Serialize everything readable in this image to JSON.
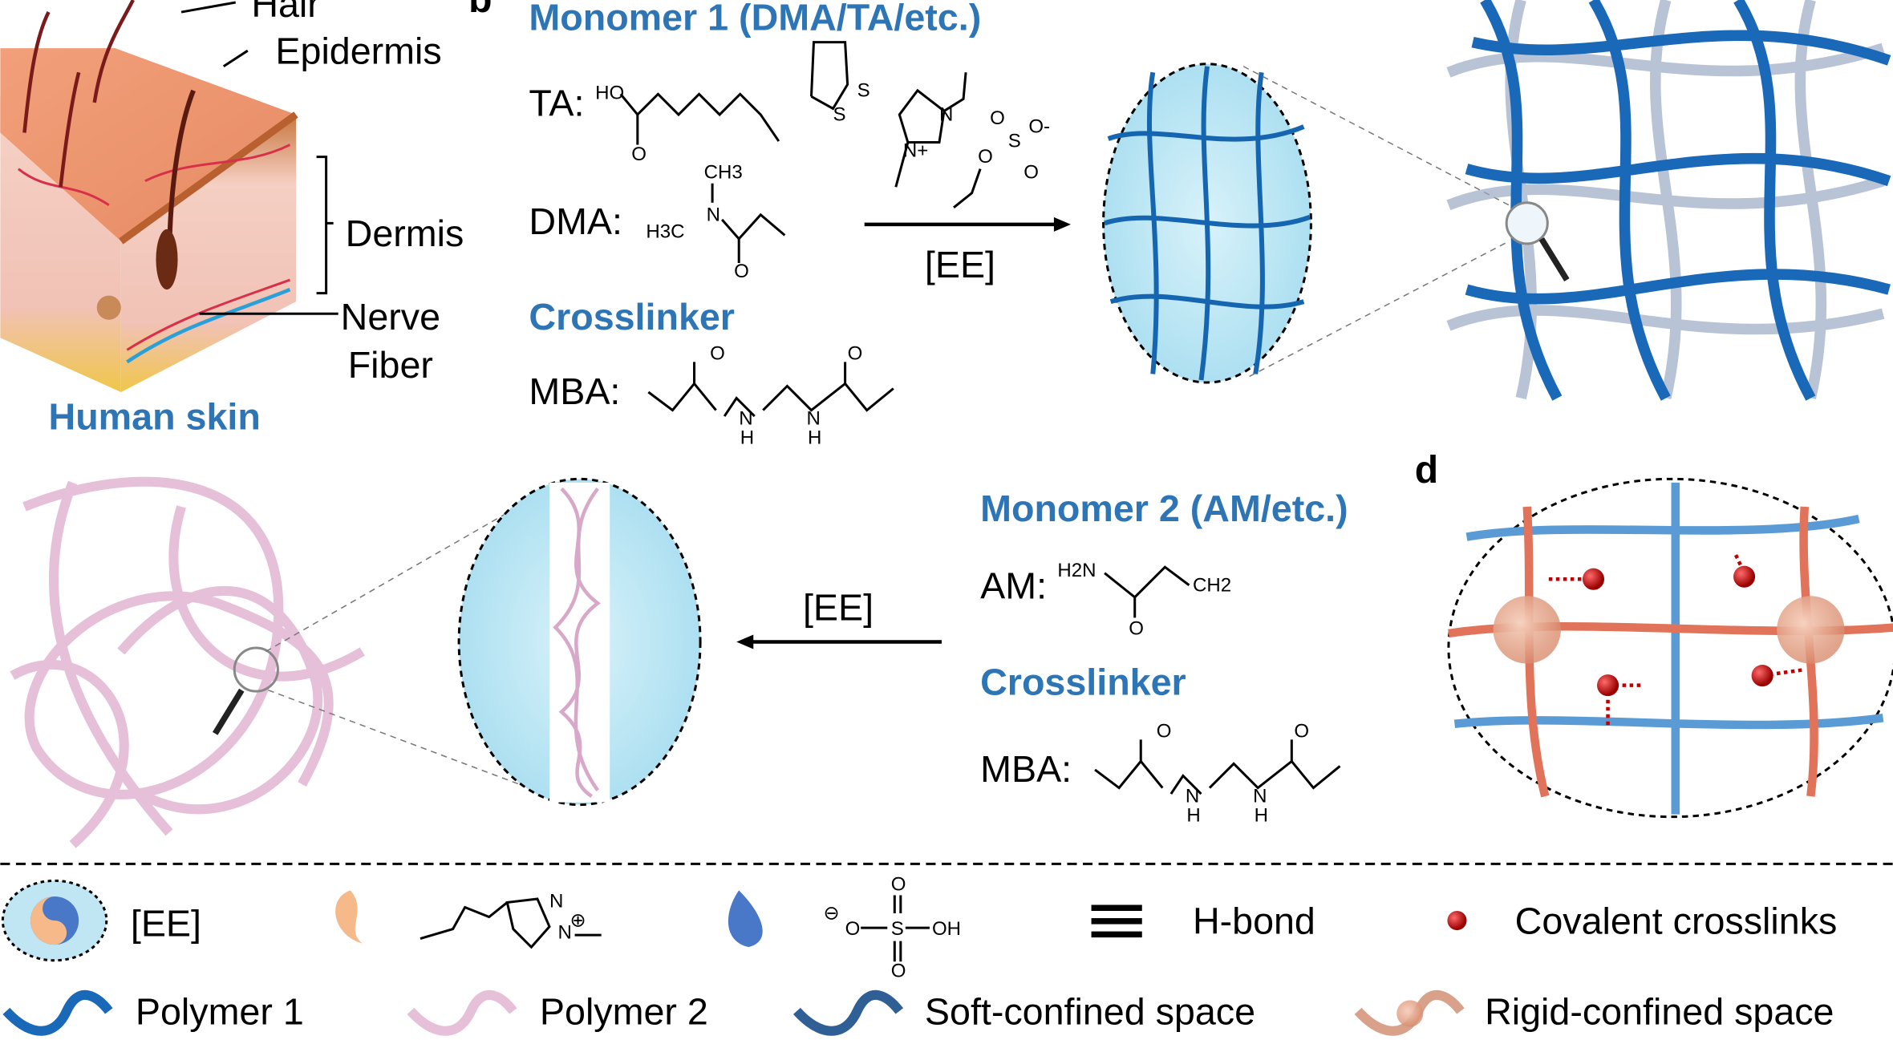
{
  "panel_labels": {
    "b": "b",
    "d": "d"
  },
  "panel_a": {
    "labels": {
      "hair": "Hair",
      "epidermis": "Epidermis",
      "dermis": "Dermis",
      "nerve": "Nerve",
      "fiber": "Fiber"
    },
    "title": "Human skin"
  },
  "panel_b": {
    "monomer_heading": "Monomer 1 (DMA/TA/etc.)",
    "ta_label": "TA:",
    "dma_label": "DMA:",
    "crosslinker_heading": "Crosslinker",
    "mba_label": "MBA:",
    "arrow_label": "[EE]",
    "chem": {
      "ho": "HO",
      "s1": "S",
      "s2": "S",
      "o": "O",
      "ch3": "CH3",
      "n": "N",
      "h3c": "H3C",
      "o2": "O",
      "mba_o1": "O",
      "mba_o2": "O",
      "mba_n1": "N",
      "mba_n2": "N",
      "mba_h1": "H",
      "mba_h2": "H",
      "il_n1": "N",
      "il_n2": "N+",
      "il_o1": "O",
      "il_o2": "O",
      "il_o3": "O-",
      "il_s": "S",
      "il_o4": "O"
    }
  },
  "panel_c": {
    "monomer_heading": "Monomer 2 (AM/etc.)",
    "am_label": "AM:",
    "crosslinker_heading": "Crosslinker",
    "mba_label": "MBA:",
    "arrow_label": "[EE]",
    "chem": {
      "h2n": "H2N",
      "ch2": "CH2",
      "o": "O",
      "mba_o1": "O",
      "mba_o2": "O",
      "mba_n1": "N",
      "mba_n2": "N",
      "mba_h1": "H",
      "mba_h2": "H"
    }
  },
  "legend": {
    "ee": "[EE]",
    "cation_chem": {
      "n1": "N",
      "n2": "N",
      "plus": "⊕"
    },
    "anion_chem": {
      "minus": "⊖",
      "o": "O",
      "s": "S",
      "oh": "OH",
      "o_top": "O",
      "o_bottom": "O"
    },
    "hbond": "H-bond",
    "covalent": "Covalent crosslinks",
    "polymer1": "Polymer 1",
    "polymer2": "Polymer 2",
    "soft": "Soft-confined space",
    "rigid": "Rigid-confined space"
  },
  "colors": {
    "heading_blue": "#2e75b6",
    "polymer1": "#1a68b8",
    "polymer2": "#e6bfd8",
    "soft": "#2f5f95",
    "rigid": "#d9a08a",
    "crosslink": "#c00000",
    "gel_fill": "#bfe6f2"
  }
}
